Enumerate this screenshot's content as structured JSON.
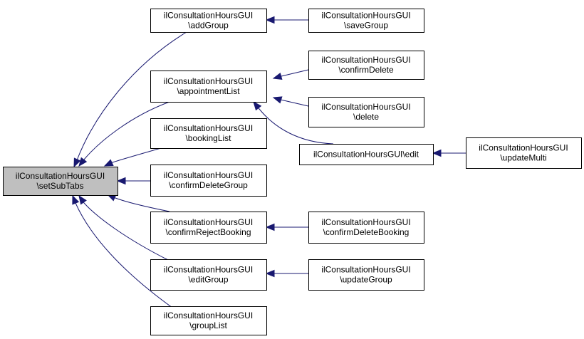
{
  "nodes": [
    {
      "id": "setSubTabs",
      "line1": "ilConsultationHoursGUI",
      "line2": "\\setSubTabs",
      "root": true
    },
    {
      "id": "addGroup",
      "line1": "ilConsultationHoursGUI",
      "line2": "\\addGroup"
    },
    {
      "id": "appointmentList",
      "line1": "ilConsultationHoursGUI",
      "line2": "\\appointmentList"
    },
    {
      "id": "bookingList",
      "line1": "ilConsultationHoursGUI",
      "line2": "\\bookingList"
    },
    {
      "id": "confirmDeleteGroup",
      "line1": "ilConsultationHoursGUI",
      "line2": "\\confirmDeleteGroup"
    },
    {
      "id": "confirmRejectBooking",
      "line1": "ilConsultationHoursGUI",
      "line2": "\\confirmRejectBooking"
    },
    {
      "id": "editGroup",
      "line1": "ilConsultationHoursGUI",
      "line2": "\\editGroup"
    },
    {
      "id": "groupList",
      "line1": "ilConsultationHoursGUI",
      "line2": "\\groupList"
    },
    {
      "id": "saveGroup",
      "line1": "ilConsultationHoursGUI",
      "line2": "\\saveGroup"
    },
    {
      "id": "confirmDelete",
      "line1": "ilConsultationHoursGUI",
      "line2": "\\confirmDelete"
    },
    {
      "id": "delete",
      "line1": "ilConsultationHoursGUI",
      "line2": "\\delete"
    },
    {
      "id": "edit",
      "line1": "ilConsultationHoursGUI\\edit",
      "line2": ""
    },
    {
      "id": "updateMulti",
      "line1": "ilConsultationHoursGUI",
      "line2": "\\updateMulti"
    },
    {
      "id": "confirmDeleteBooking",
      "line1": "ilConsultationHoursGUI",
      "line2": "\\confirmDeleteBooking"
    },
    {
      "id": "updateGroup",
      "line1": "ilConsultationHoursGUI",
      "line2": "\\updateGroup"
    }
  ],
  "edges": [
    {
      "from": "addGroup",
      "to": "setSubTabs"
    },
    {
      "from": "appointmentList",
      "to": "setSubTabs"
    },
    {
      "from": "bookingList",
      "to": "setSubTabs"
    },
    {
      "from": "confirmDeleteGroup",
      "to": "setSubTabs"
    },
    {
      "from": "confirmRejectBooking",
      "to": "setSubTabs"
    },
    {
      "from": "editGroup",
      "to": "setSubTabs"
    },
    {
      "from": "groupList",
      "to": "setSubTabs"
    },
    {
      "from": "saveGroup",
      "to": "addGroup"
    },
    {
      "from": "confirmDelete",
      "to": "appointmentList"
    },
    {
      "from": "delete",
      "to": "appointmentList"
    },
    {
      "from": "edit",
      "to": "appointmentList"
    },
    {
      "from": "updateMulti",
      "to": "edit"
    },
    {
      "from": "confirmDeleteBooking",
      "to": "confirmRejectBooking"
    },
    {
      "from": "updateGroup",
      "to": "editGroup"
    }
  ],
  "colors": {
    "edge": "#191970",
    "root_fill": "#bfbfbf",
    "node_fill": "#ffffff",
    "border": "#000000"
  }
}
